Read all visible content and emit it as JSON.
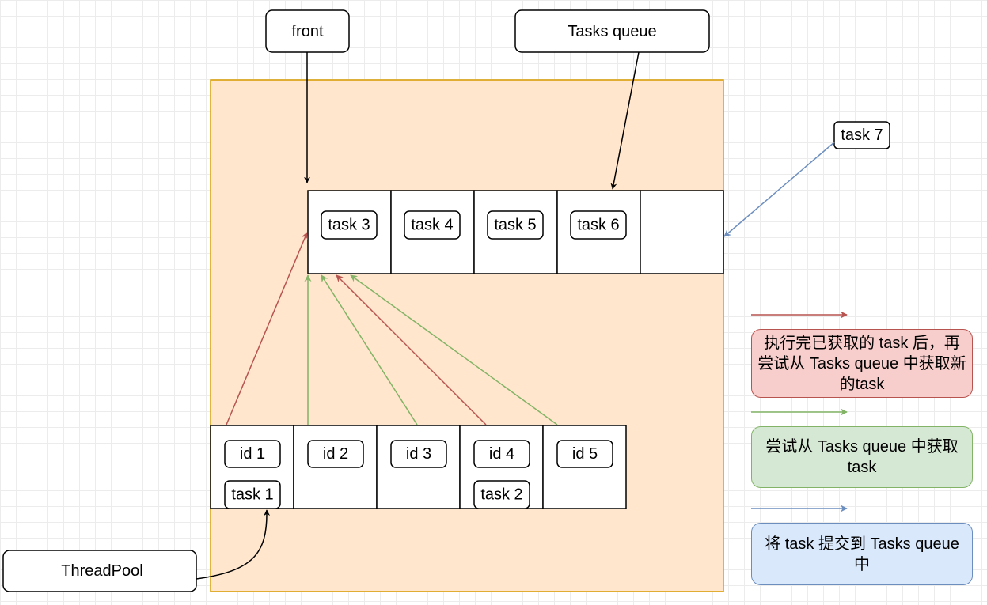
{
  "labels": {
    "front": "front",
    "tasks_queue": "Tasks queue",
    "thread_pool": "ThreadPool",
    "incoming_task": "task 7"
  },
  "queue": {
    "slots": [
      "task 3",
      "task 4",
      "task 5",
      "task 6",
      ""
    ]
  },
  "threads": [
    {
      "id": "id 1",
      "task": "task 1"
    },
    {
      "id": "id 2",
      "task": ""
    },
    {
      "id": "id 3",
      "task": ""
    },
    {
      "id": "id 4",
      "task": "task 2"
    },
    {
      "id": "id 5",
      "task": ""
    }
  ],
  "legend": [
    {
      "text": "执行完已获取的 task 后，再尝试从 Tasks queue 中获取新的task",
      "color": "#b85450",
      "fill": "#f8cecc"
    },
    {
      "text": "尝试从 Tasks queue 中获取 task",
      "color": "#82b366",
      "fill": "#d5e8d4"
    },
    {
      "text": "将 task 提交到 Tasks queue 中",
      "color": "#6c8ebf",
      "fill": "#dae8fc"
    }
  ],
  "colors": {
    "container_fill": "#ffe6cc",
    "container_stroke": "#d79b00",
    "red": "#b85450",
    "green": "#82b366",
    "blue": "#6c8ebf"
  }
}
